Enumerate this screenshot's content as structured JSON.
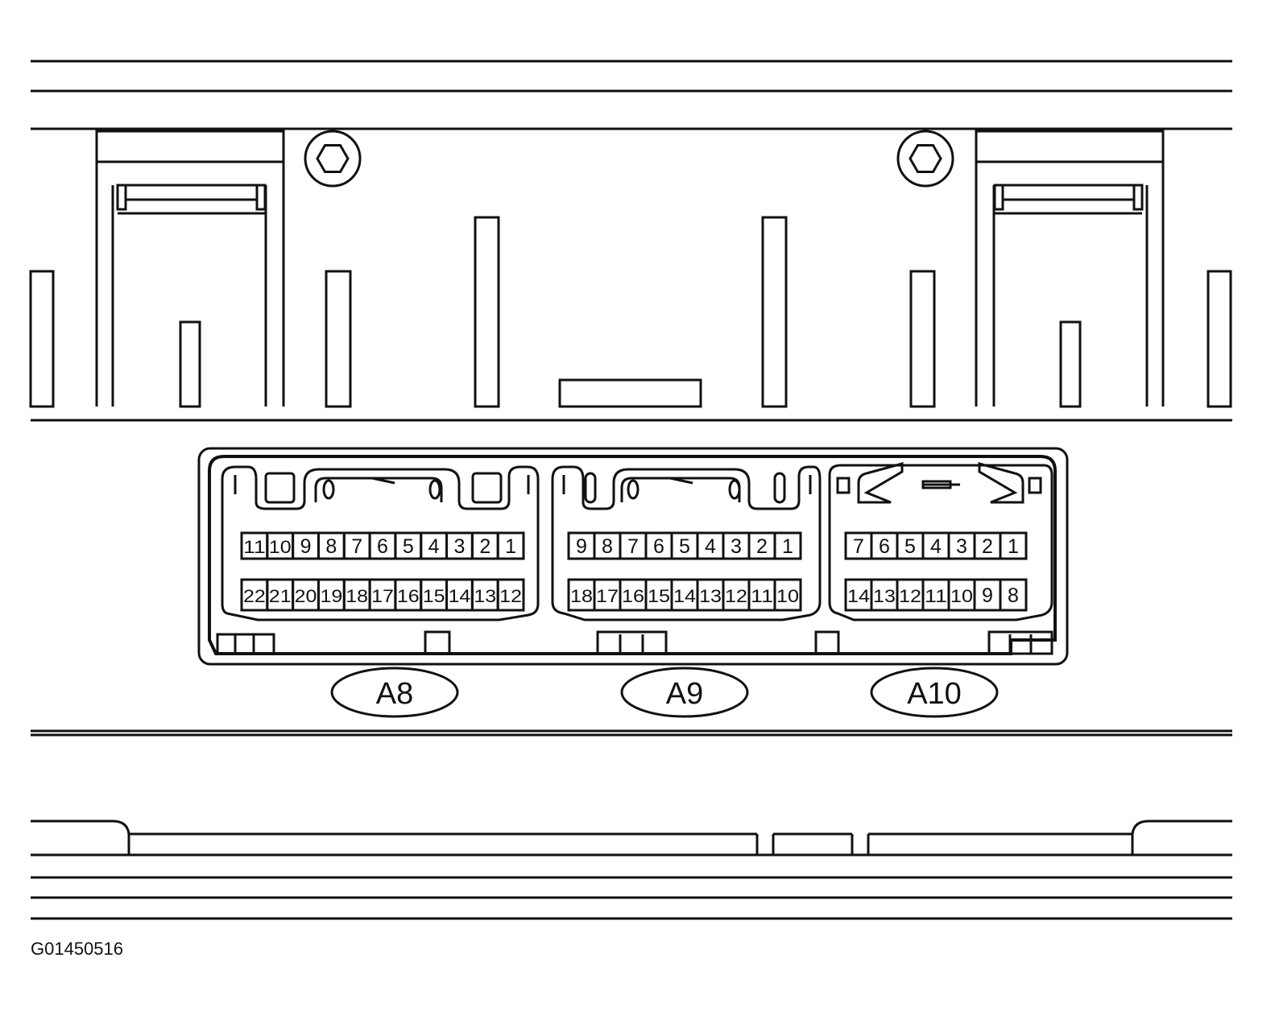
{
  "figure_id": "G01450516",
  "connectors": [
    {
      "label": "A8",
      "top_row": [
        "11",
        "10",
        "9",
        "8",
        "7",
        "6",
        "5",
        "4",
        "3",
        "2",
        "1"
      ],
      "bottom_row": [
        "22",
        "21",
        "20",
        "19",
        "18",
        "17",
        "16",
        "15",
        "14",
        "13",
        "12"
      ]
    },
    {
      "label": "A9",
      "top_row": [
        "9",
        "8",
        "7",
        "6",
        "5",
        "4",
        "3",
        "2",
        "1"
      ],
      "bottom_row": [
        "18",
        "17",
        "16",
        "15",
        "14",
        "13",
        "12",
        "11",
        "10"
      ]
    },
    {
      "label": "A10",
      "top_row": [
        "7",
        "6",
        "5",
        "4",
        "3",
        "2",
        "1"
      ],
      "bottom_row": [
        "14",
        "13",
        "12",
        "11",
        "10",
        "9",
        "8"
      ]
    }
  ],
  "colors": {
    "ink": "#111111",
    "background": "#ffffff"
  }
}
